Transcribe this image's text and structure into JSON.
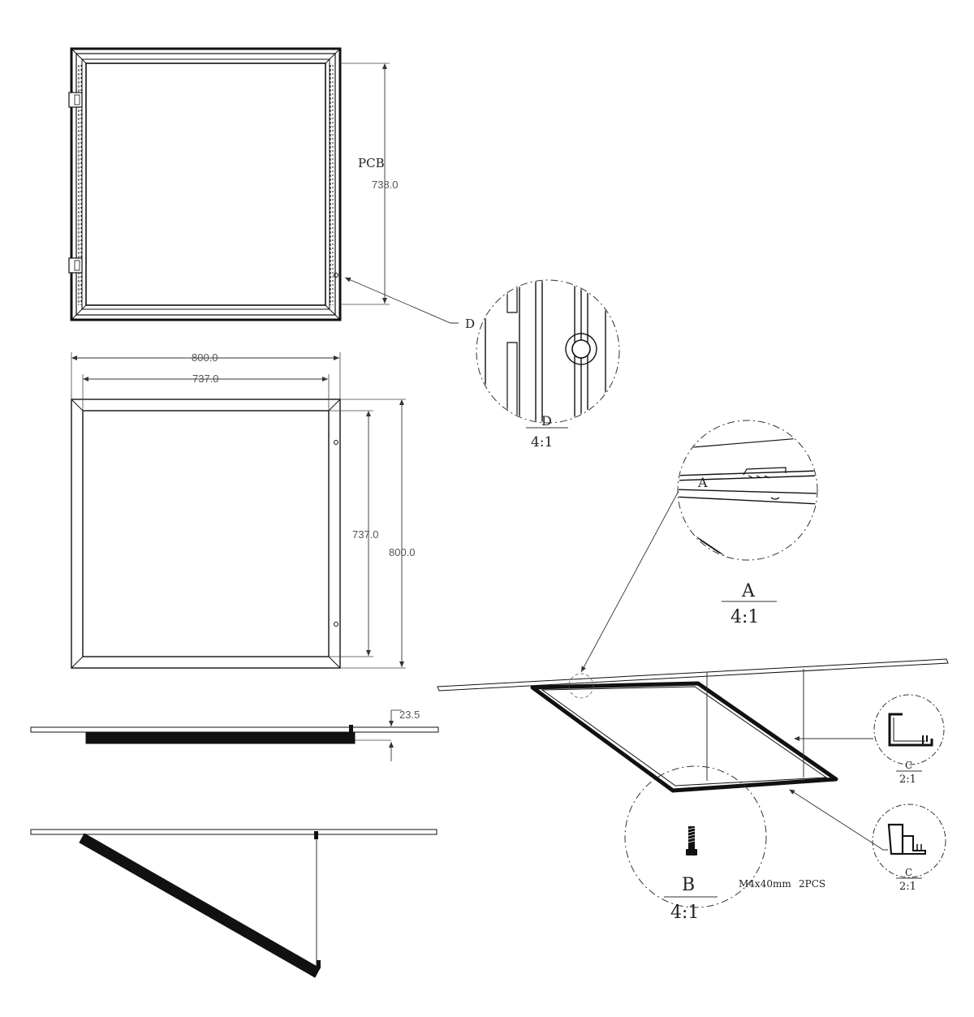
{
  "top_view": {
    "pcb_label": "PCB",
    "height_dim": "738.0",
    "callout_label": "D"
  },
  "front_view": {
    "outer_width_dim": "800.0",
    "inner_width_dim": "737.0",
    "inner_height_dim": "737.0",
    "outer_height_dim": "800.0"
  },
  "side_view": {
    "thickness_dim": "23.5"
  },
  "detail_d": {
    "label": "D",
    "scale": "4:1"
  },
  "detail_a": {
    "inner_label": "A",
    "label": "A",
    "scale": "4:1"
  },
  "detail_b": {
    "label": "B",
    "scale": "4:1",
    "screw_spec": "M4x40mm",
    "quantity": "2PCS"
  },
  "detail_c1": {
    "label": "C",
    "scale": "2:1"
  },
  "detail_c2": {
    "label": "C",
    "scale": "2:1"
  }
}
